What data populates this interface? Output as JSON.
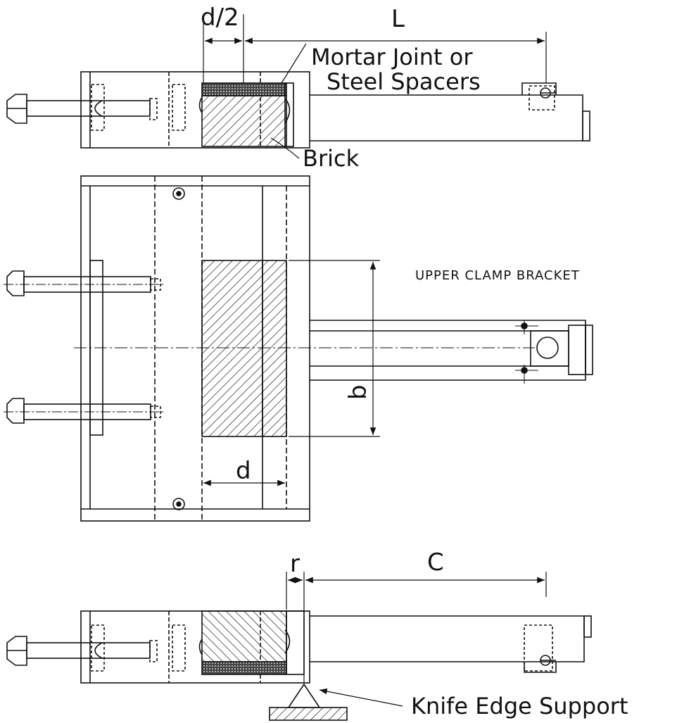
{
  "labels": {
    "d_half": "d/2",
    "L": "L",
    "mortar_line1": "Mortar Joint or",
    "mortar_line2": "Steel Spacers",
    "brick": "Brick",
    "upper_clamp": "UPPER CLAMP BRACKET",
    "b": "b",
    "d": "d",
    "r": "r",
    "C": "C",
    "knife": "Knife Edge Support"
  },
  "colors": {
    "line": "#111111",
    "background": "#ffffff"
  }
}
